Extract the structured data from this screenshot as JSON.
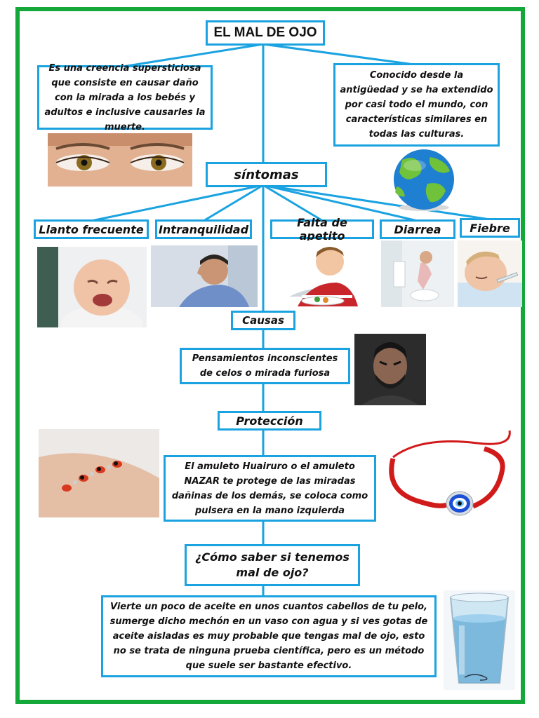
{
  "title": "EL MAL DE OJO",
  "definition": "Es una creencia supersticiosa que consiste en causar daño con la mirada a los bebés y adultos e inclusive causarles la muerte.",
  "history": "Conocido desde la antigüedad y se ha extendido por casi todo el mundo, con características similares en todas las culturas.",
  "symptoms_label": "síntomas",
  "symptoms": [
    "Llanto frecuente",
    "Intranquilidad",
    "Falta de apetito",
    "Diarrea",
    "Fiebre"
  ],
  "causes_label": "Causas",
  "causes_text": "Pensamientos inconscientes de celos o mirada furiosa",
  "protection_label": "Protección",
  "protection_text": "El amuleto Huairuro o el amuleto NAZAR te protege de las miradas dañinas de los demás, se coloca como pulsera en la mano izquierda",
  "question": "¿Cómo saber si tenemos mal de ojo?",
  "answer": "Vierte un poco de aceite en unos cuantos cabellos de tu pelo, sumerge dicho mechón en un vaso con agua y si ves gotas de aceite aisladas es muy probable que tengas mal de ojo, esto no se trata de ninguna prueba científica, pero es un método que suele ser bastante efectivo.",
  "colors": {
    "frame": "#14a83b",
    "box_border": "#1aa3e0",
    "connector": "#1aa3e0"
  }
}
